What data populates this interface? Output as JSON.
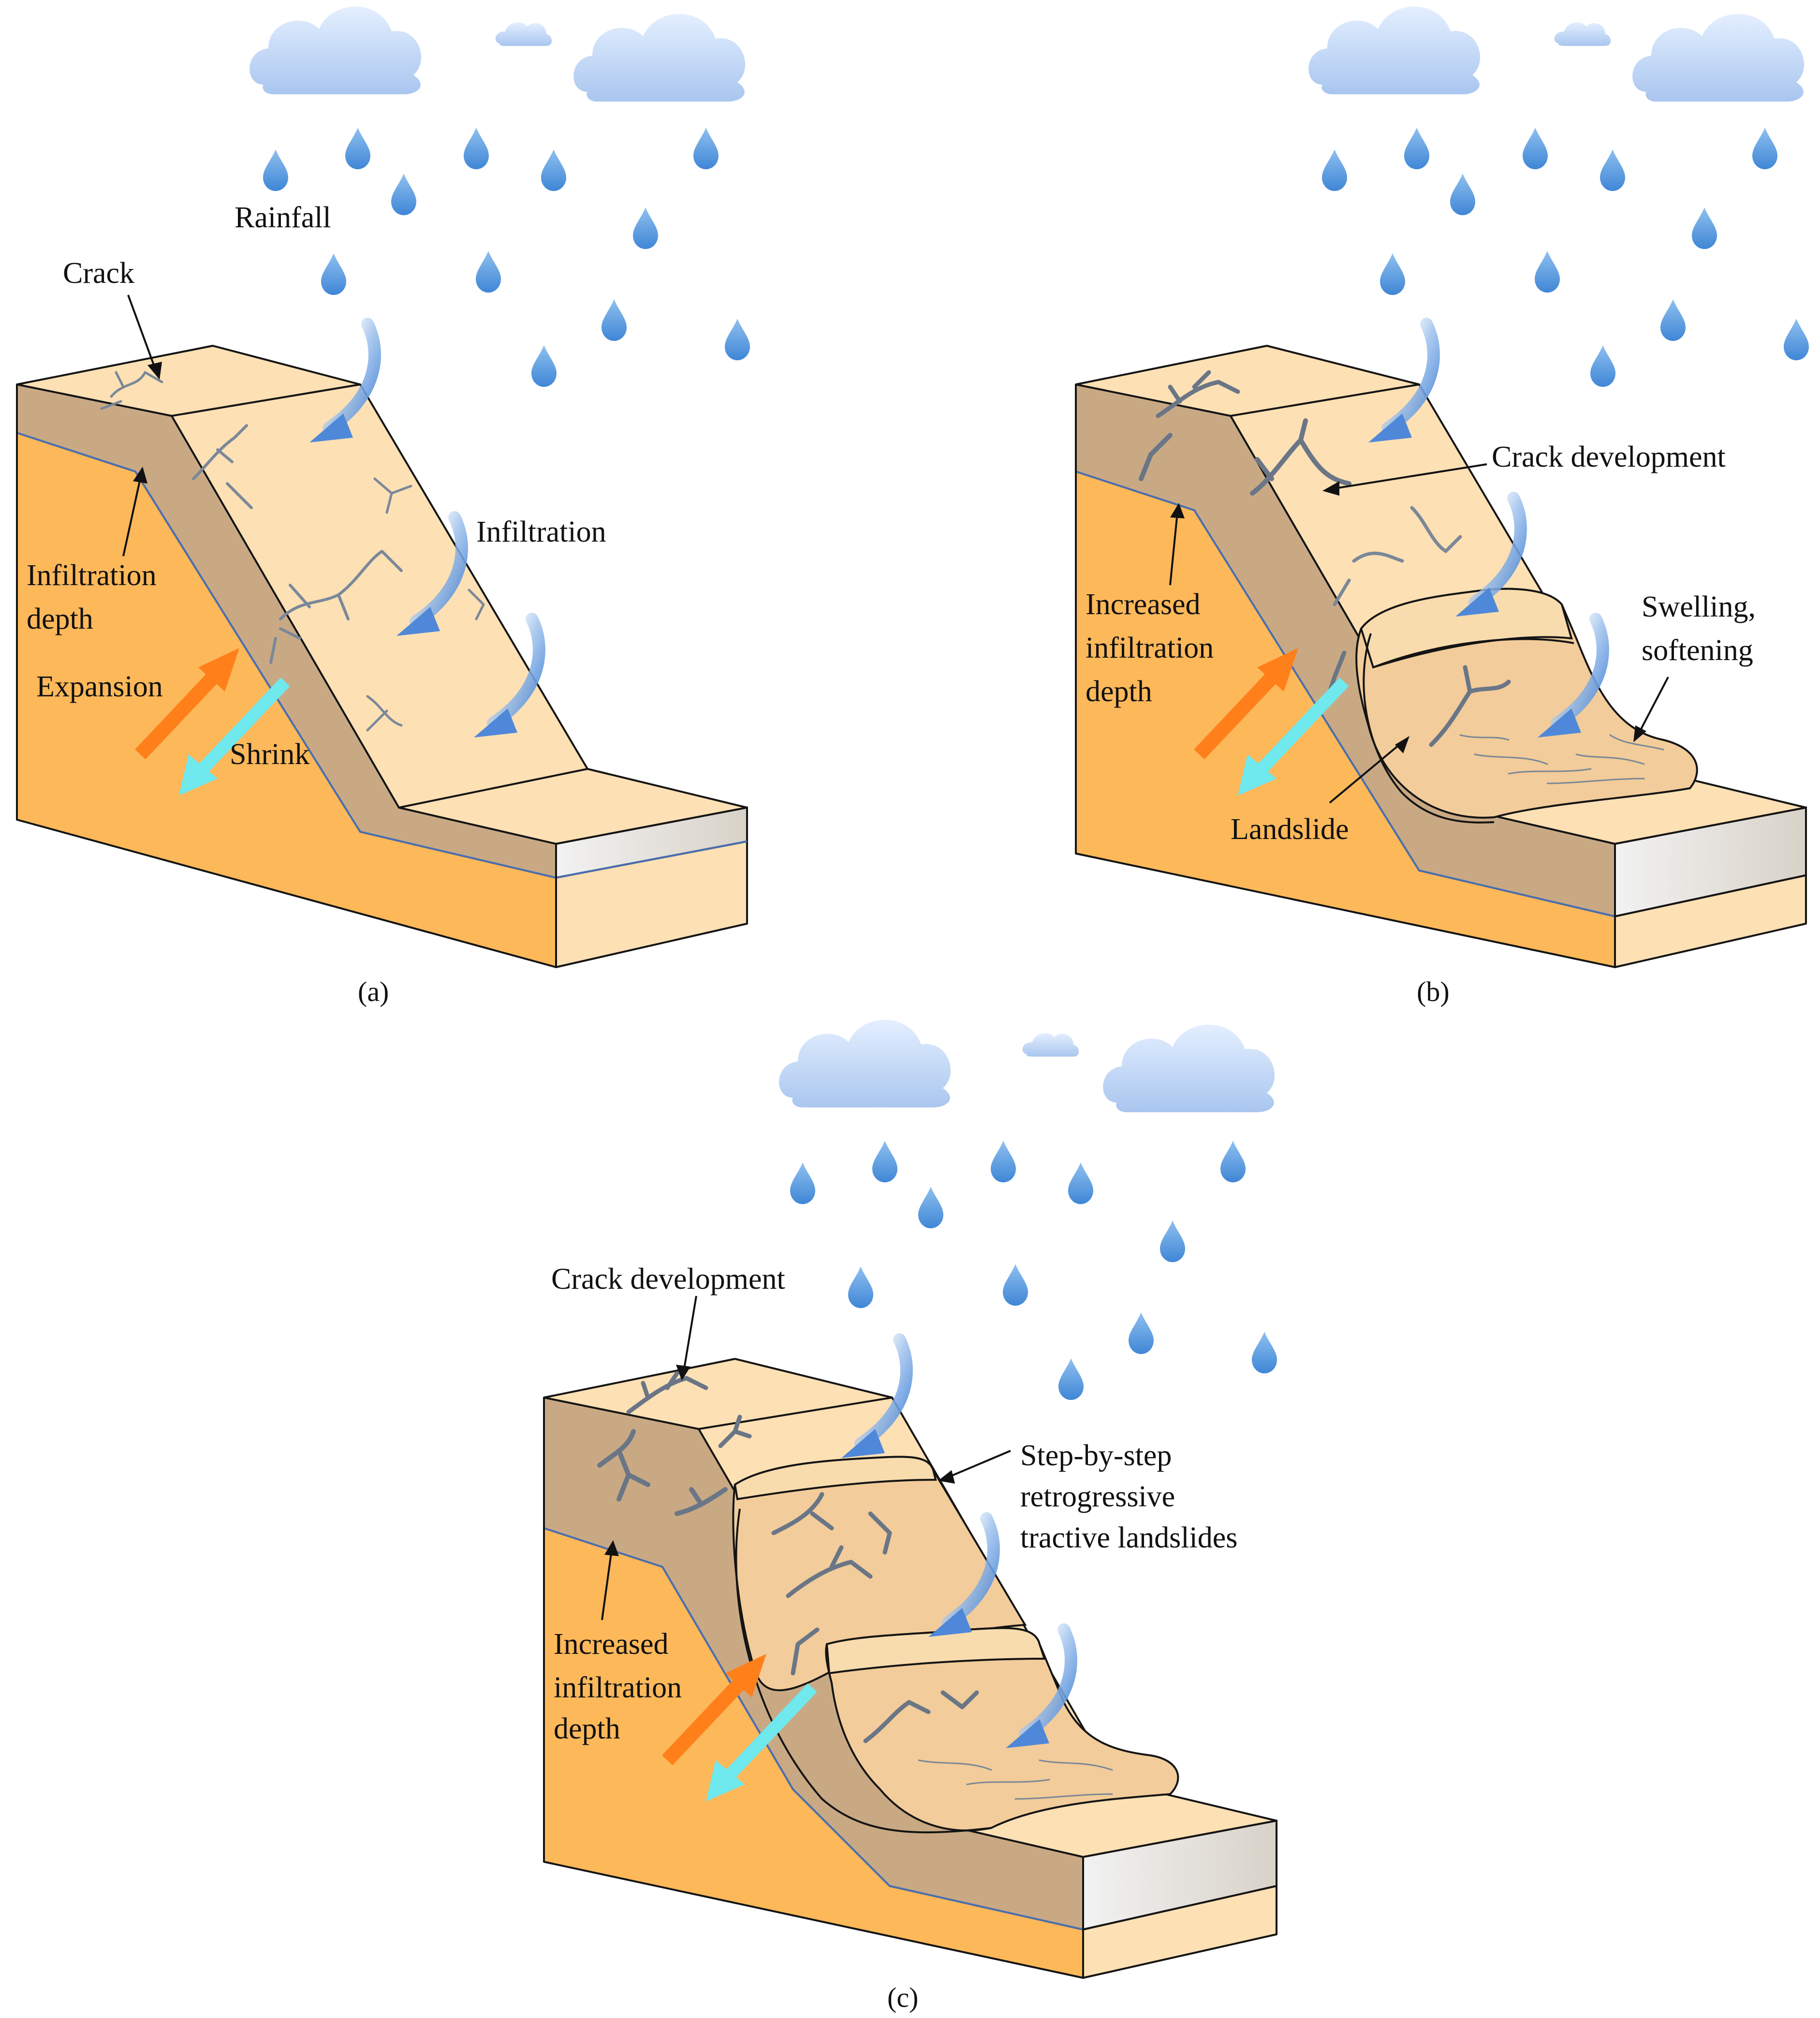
{
  "panels": {
    "a": {
      "caption": "(a)",
      "labels": {
        "rainfall": "Rainfall",
        "crack": "Crack",
        "infiltration": "Infiltration",
        "infiltration_depth_1": "Infiltration",
        "infiltration_depth_2": "depth",
        "expansion": "Expansion",
        "shrink": "Shrink"
      }
    },
    "b": {
      "caption": "(b)",
      "labels": {
        "crack_development": "Crack development",
        "increased_1": "Increased",
        "increased_2": "infiltration",
        "increased_3": "depth",
        "swelling_1": "Swelling,",
        "swelling_2": "softening",
        "landslide": "Landslide"
      }
    },
    "c": {
      "caption": "(c)",
      "labels": {
        "crack_development": "Crack development",
        "step_1": "Step-by-step",
        "step_2": "retrogressive",
        "step_3": "tractive landslides",
        "increased_1": "Increased",
        "increased_2": "infiltration",
        "increased_3": "depth"
      }
    }
  },
  "colors": {
    "bedrock": "#fdb85a",
    "soil_layer": "#c9a984",
    "surface": "#fde0b4",
    "landslide_mass": "#f2cc9a",
    "crack": "#7a8898",
    "rain": "#5b9ee0",
    "cloud": "#b9d2f4",
    "expansion_arrow": "#ff7f1a",
    "shrink_arrow": "#6fe8ee",
    "infiltration_arrow": "#4f88d8"
  },
  "icons": {
    "cloud": "cloud-icon",
    "raindrop": "raindrop-icon"
  }
}
